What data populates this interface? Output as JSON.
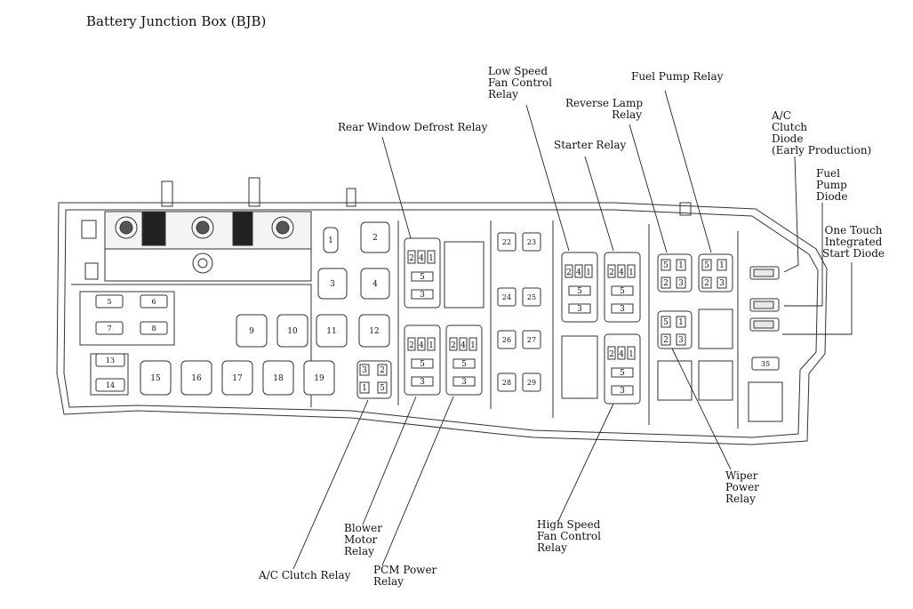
{
  "title": "Battery Junction Box (BJB)",
  "labels": {
    "rear_window_defrost_relay": "Rear Window Defrost Relay",
    "low_speed_fan_control_relay": "Low Speed\nFan Control\nRelay",
    "fuel_pump_relay": "Fuel Pump Relay",
    "reverse_lamp_relay": "Reverse Lamp\nRelay",
    "starter_relay": "Starter Relay",
    "ac_clutch_diode": "A/C\nClutch\nDiode\n(Early Production)",
    "fuel_pump_diode": "Fuel\nPump\nDiode",
    "one_touch_integrated_start_diode": "One Touch\nIntegrated\nStart Diode",
    "wiper_power_relay": "Wiper\nPower\nRelay",
    "high_speed_fan_control_relay": "High Speed\nFan Control\nRelay",
    "blower_motor_relay": "Blower\nMotor\nRelay",
    "pcm_power_relay": "PCM Power\nRelay",
    "ac_clutch_relay": "A/C Clutch Relay"
  },
  "fuses": {
    "f1": "1",
    "f2": "2",
    "f3": "3",
    "f4": "4",
    "f5": "5",
    "f6": "6",
    "f7": "7",
    "f8": "8",
    "f9": "9",
    "f10": "10",
    "f11": "11",
    "f12": "12",
    "f13": "13",
    "f14": "14",
    "f15": "15",
    "f16": "16",
    "f17": "17",
    "f18": "18",
    "f19": "19",
    "f22": "22",
    "f23": "23",
    "f24": "24",
    "f25": "25",
    "f26": "26",
    "f27": "27",
    "f28": "28",
    "f29": "29",
    "f35": "35"
  },
  "pins": {
    "p1": "1",
    "p2": "2",
    "p3": "3",
    "p4": "4",
    "p5": "5"
  },
  "colors": {
    "line": "#333333",
    "fill": "#ffffff",
    "shade": "#e8e8e8",
    "dark": "#444444"
  }
}
